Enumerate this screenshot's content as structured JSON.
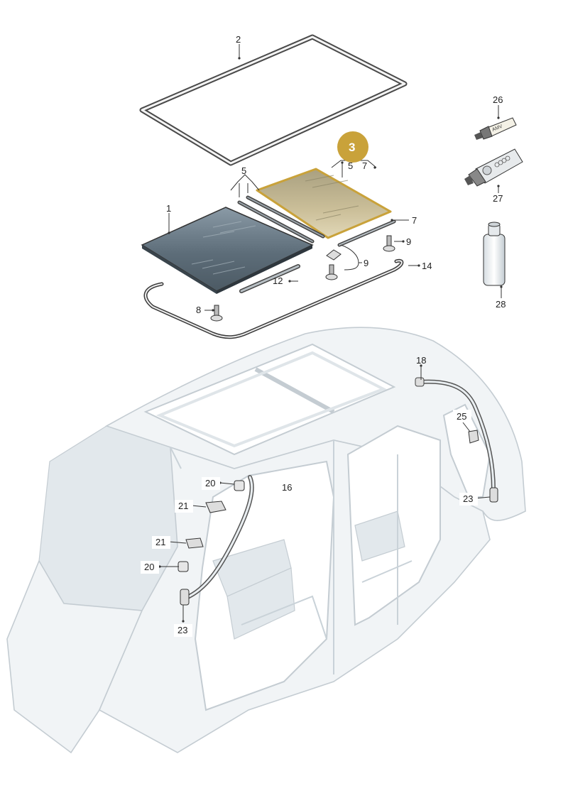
{
  "callouts": {
    "c1": "1",
    "c2": "2",
    "c3": "3",
    "c5a": "5",
    "c5b": "5",
    "c7a": "7",
    "c7b": "7",
    "c8": "8",
    "c9a": "9",
    "c9b": "9",
    "c12": "12",
    "c14": "14",
    "c16": "16",
    "c18": "18",
    "c20a": "20",
    "c20b": "20",
    "c21a": "21",
    "c21b": "21",
    "c23a": "23",
    "c23b": "23",
    "c25": "25",
    "c26": "26",
    "c27": "27",
    "c28": "28"
  },
  "tube_print": {
    "amv": "AMV"
  },
  "colors": {
    "highlight_badge": "#c9a23a",
    "highlight_panel": "#bfae84",
    "dark_glass": "#6c7b86"
  }
}
